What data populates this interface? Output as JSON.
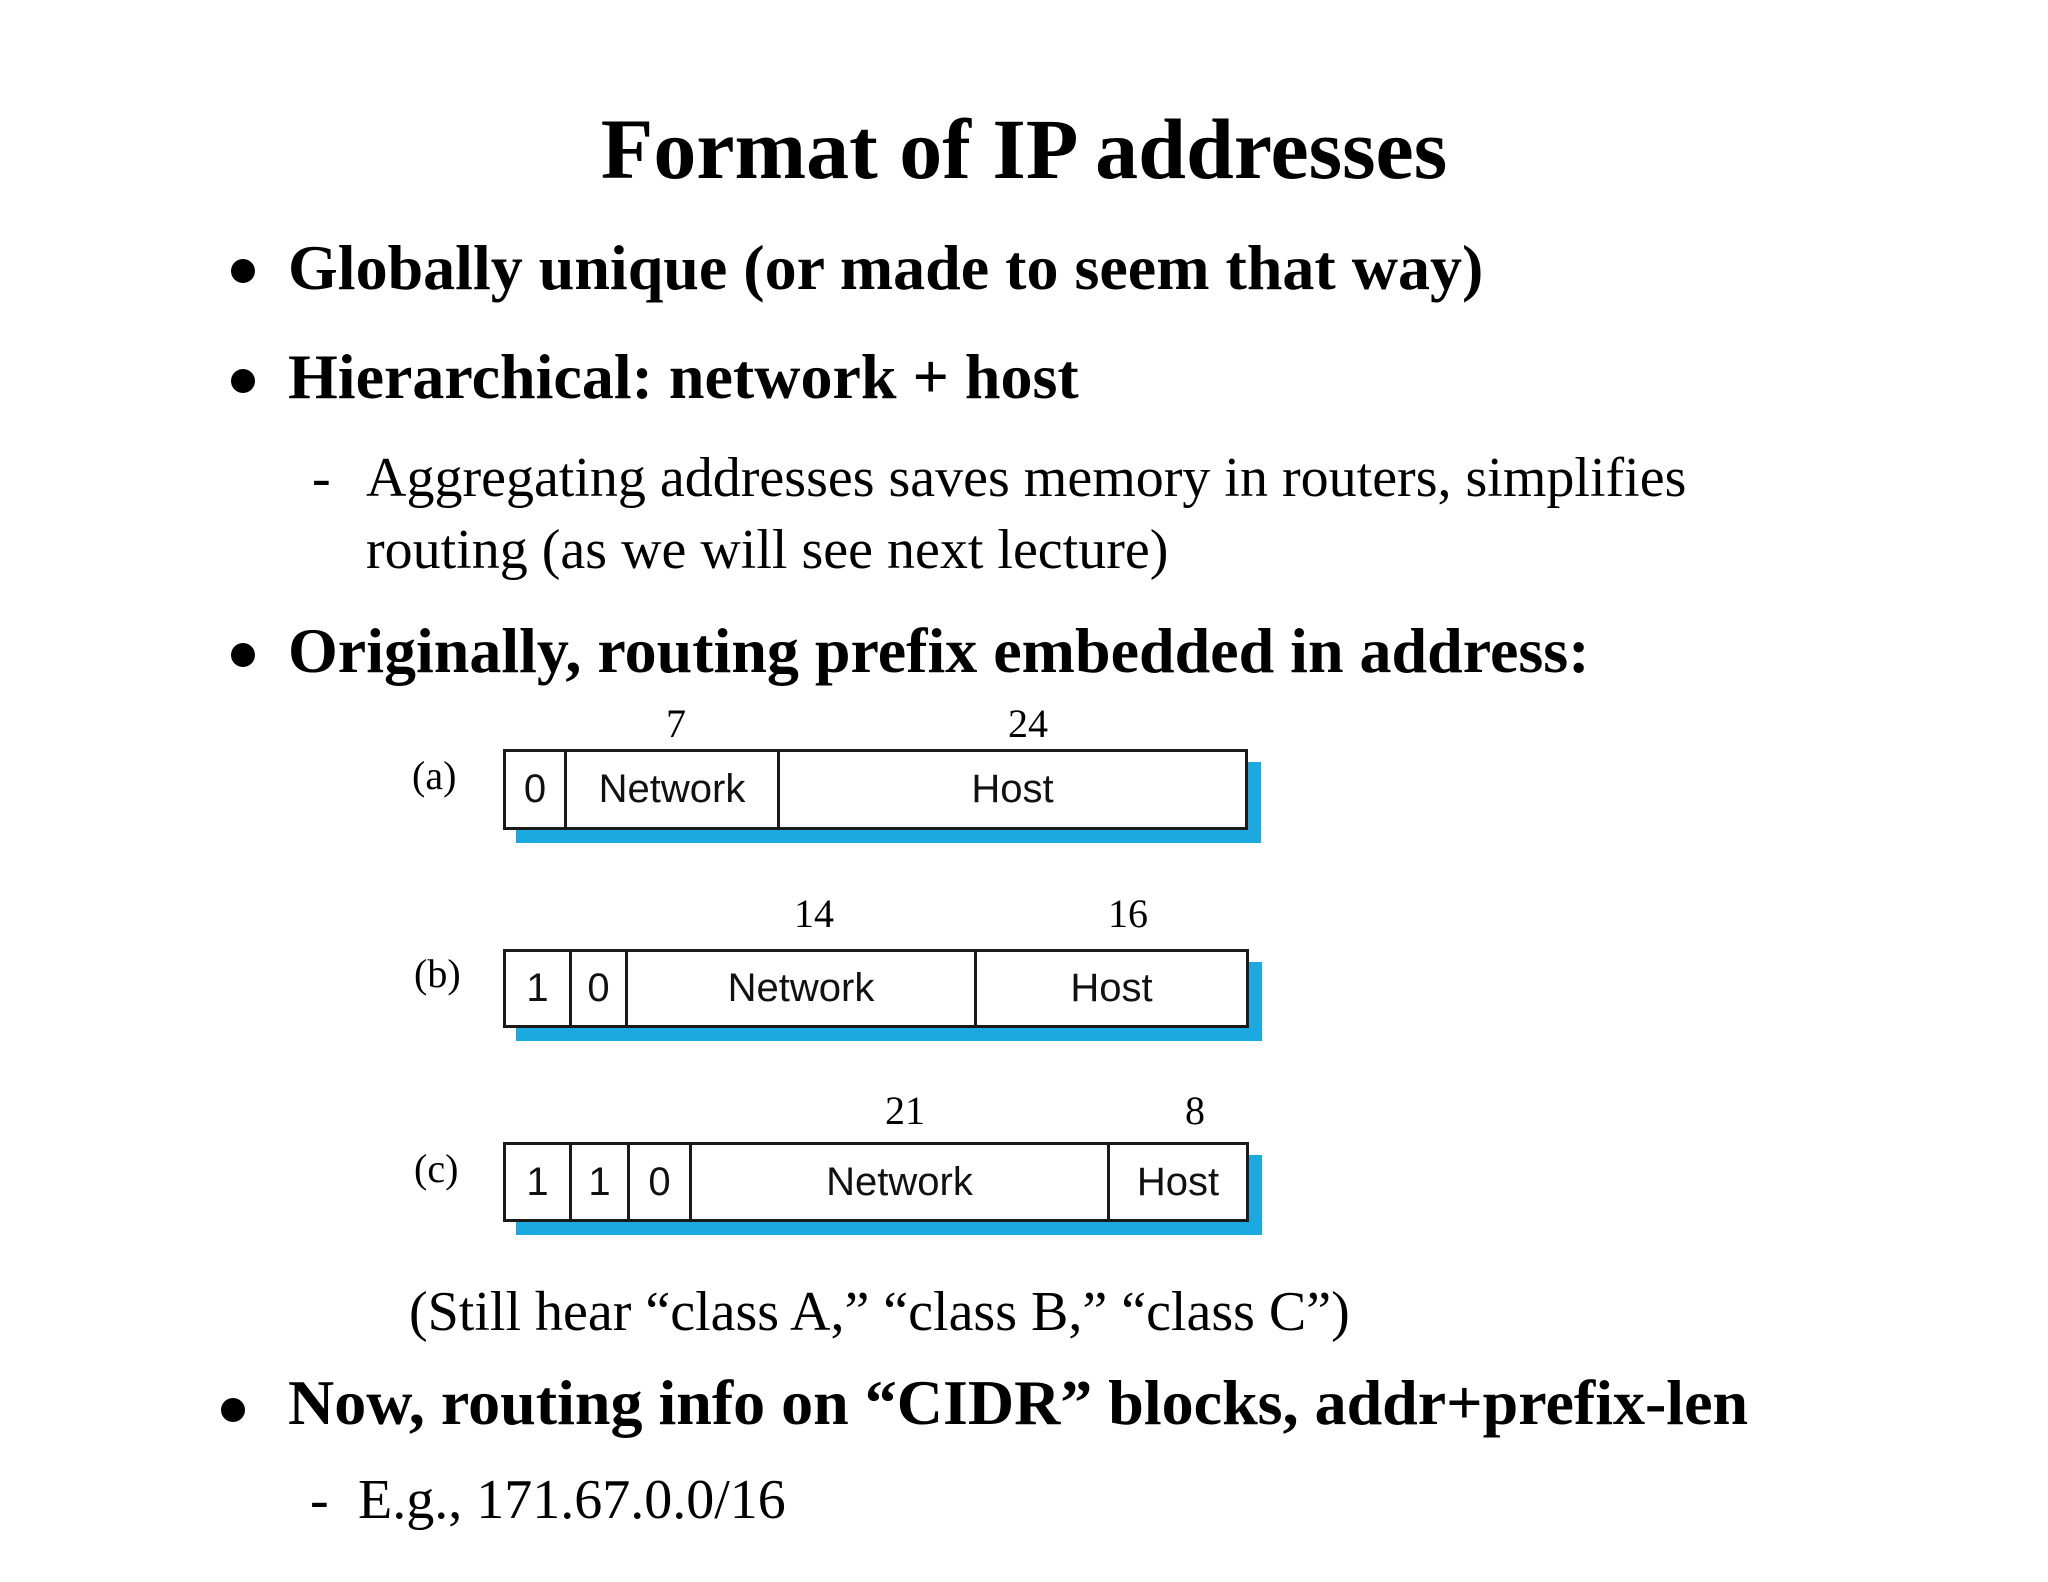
{
  "colors": {
    "background": "#ffffff",
    "text": "#000000",
    "border": "#1a1a1a",
    "shadow": "#1BA9E0"
  },
  "title": "Format of IP addresses",
  "bullets": {
    "dash": "-",
    "b1": "Globally unique (or made to seem that way)",
    "b2": "Hierarchical: network + host",
    "b2_sub1": "Aggregating addresses saves memory in routers, simplifies",
    "b2_sub2": "routing (as we will see next lecture)",
    "b3": "Originally, routing prefix embedded in address:",
    "b4": "Now, routing info on “CIDR” blocks, addr+prefix-len",
    "b4_sub1": "E.g., 171.67.0.0/16"
  },
  "diagram": {
    "caption": "(Still hear “class A,” “class B,” “class C”)",
    "rows": [
      {
        "tag": "(a)",
        "bit_labels": [
          {
            "value": "7"
          },
          {
            "value": "24"
          }
        ],
        "cells": [
          {
            "label": "0"
          },
          {
            "label": "Network"
          },
          {
            "label": "Host"
          }
        ]
      },
      {
        "tag": "(b)",
        "bit_labels": [
          {
            "value": "14"
          },
          {
            "value": "16"
          }
        ],
        "cells": [
          {
            "label": "1"
          },
          {
            "label": "0"
          },
          {
            "label": "Network"
          },
          {
            "label": "Host"
          }
        ]
      },
      {
        "tag": "(c)",
        "bit_labels": [
          {
            "value": "21"
          },
          {
            "value": "8"
          }
        ],
        "cells": [
          {
            "label": "1"
          },
          {
            "label": "1"
          },
          {
            "label": "0"
          },
          {
            "label": "Network"
          },
          {
            "label": "Host"
          }
        ]
      }
    ]
  }
}
